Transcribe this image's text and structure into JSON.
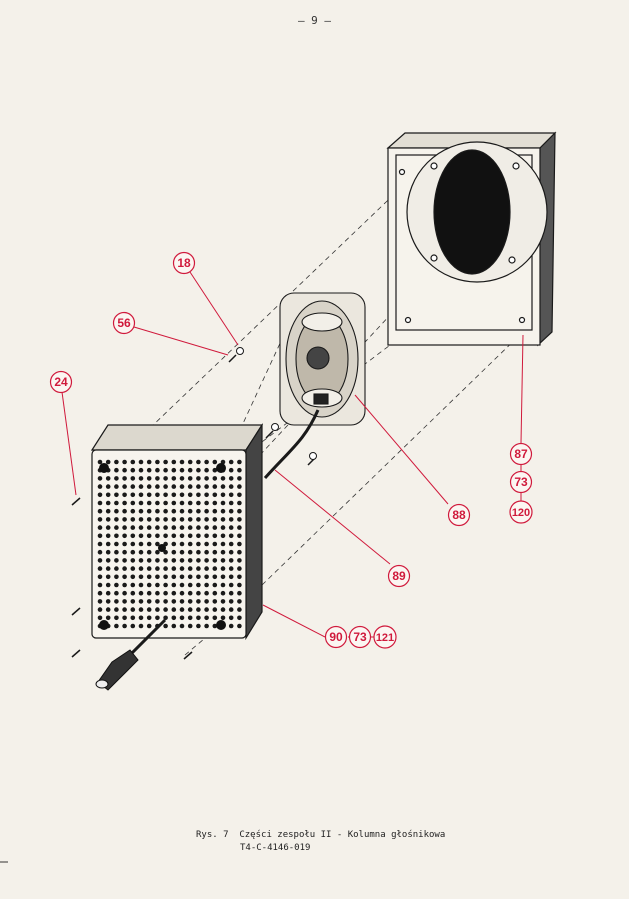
{
  "page_number": "— 9 —",
  "caption": {
    "line1": "Rys. 7  Części zespołu II - Kolumna głośnikowa",
    "line2": "T4-C-4146-019"
  },
  "callouts": {
    "c18": "18",
    "c56": "56",
    "c24": "24",
    "c87": "87",
    "c73a": "73",
    "c120": "120",
    "c88": "88",
    "c89": "89",
    "c90": "90",
    "c73b": "73",
    "c121": "121"
  },
  "colors": {
    "callout": "#d01a3c",
    "ink": "#1a1a1a",
    "paper": "#f4f1ea"
  }
}
